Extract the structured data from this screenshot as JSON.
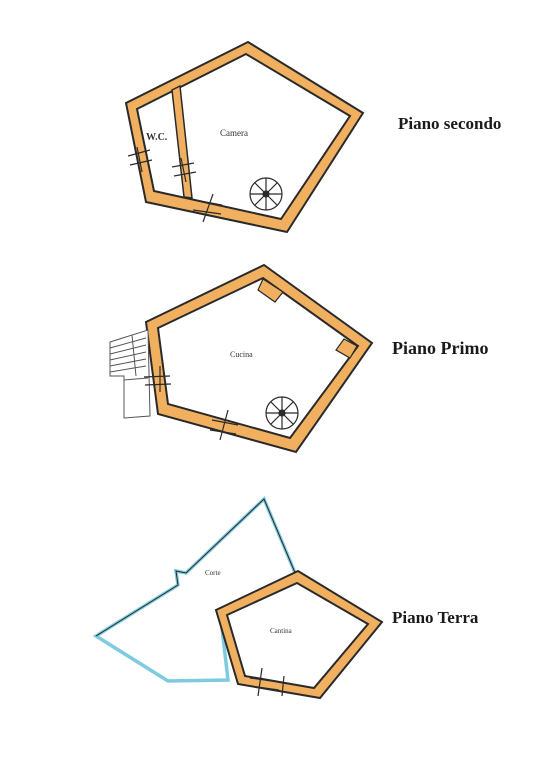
{
  "levels": {
    "second": {
      "title": "Piano secondo",
      "rooms": {
        "wc": "W.C.",
        "main": "Camera"
      }
    },
    "first": {
      "title": "Piano Primo",
      "rooms": {
        "main": "Cucina"
      }
    },
    "ground": {
      "title": "Piano Terra",
      "rooms": {
        "yard": "Corte",
        "main": "Cantina"
      }
    }
  },
  "colors": {
    "wall_fill": "#f0b060",
    "wall_outline": "#2a2a2a",
    "yard_outline": "#7ecbe0",
    "ink": "#1a1a1a"
  }
}
